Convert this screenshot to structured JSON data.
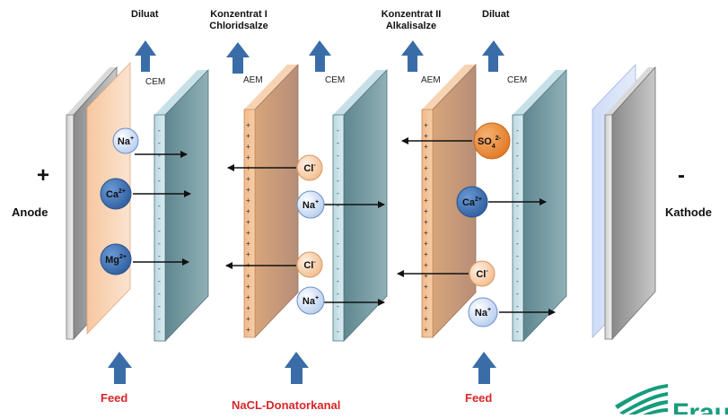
{
  "top_labels": {
    "diluat_left": "Diluat",
    "konzentrat_1": [
      "Konzentrat I",
      "Chloridsalze"
    ],
    "konzentrat_2": [
      "Konzentrat II",
      "Alkalisalze"
    ],
    "diluat_right": "Diluat"
  },
  "membranes": {
    "cem1": "CEM",
    "aem1": "AEM",
    "cem2": "CEM",
    "aem2": "AEM",
    "cem3": "CEM"
  },
  "electrodes": {
    "anode_sign": "+",
    "anode": "Anode",
    "kathode_sign": "-",
    "kathode": "Kathode"
  },
  "bottom_labels": {
    "feed_left": "Feed",
    "donor": "NaCL-Donatorkanal",
    "feed_right": "Feed"
  },
  "ions": {
    "na_1": "Na+",
    "ca_1": "Ca2+",
    "mg_1": "Mg2+",
    "cl_1": "Cl-",
    "na_2": "Na+",
    "cl_2": "Cl-",
    "na_3": "Na+",
    "so4": "SO42-",
    "ca_2": "Ca2+",
    "cl_3": "Cl-",
    "na_4": "Na+"
  },
  "logo_text": "Fraunhofer",
  "colors": {
    "arrow_blue": "#3a6da8",
    "cem": "#6f949b",
    "aem": "#c9946a",
    "cation_ion": "#3f72b5",
    "anion_ion": "#f6c79e",
    "sulfate": "#ea8a3c",
    "feed_text": "#d9262a"
  }
}
